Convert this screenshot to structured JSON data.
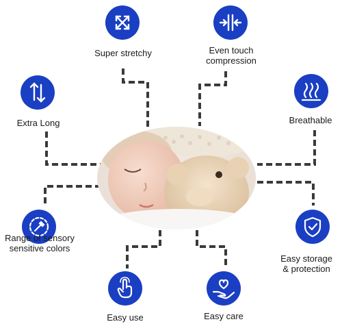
{
  "colors": {
    "icon_background": "#1a3fc2",
    "icon_foreground": "#ffffff",
    "connector": "#3a3a3a"
  },
  "photo": {
    "subject": "sleeping child hugging a teddy bear"
  },
  "features": [
    {
      "id": "super-stretchy",
      "icon": "diagonal-arrows-icon",
      "lines": [
        "Super stretchy"
      ]
    },
    {
      "id": "even-touch-compression",
      "icon": "compression-arrows-icon",
      "lines": [
        "Even touch",
        "compression"
      ]
    },
    {
      "id": "extra-long",
      "icon": "up-down-arrows-icon",
      "lines": [
        "Extra Long"
      ]
    },
    {
      "id": "breathable",
      "icon": "airflow-icon",
      "lines": [
        "Breathable"
      ]
    },
    {
      "id": "sensory-colors",
      "icon": "eyedropper-icon",
      "lines": [
        "Range of sensory",
        "sensitive colors"
      ]
    },
    {
      "id": "easy-storage",
      "icon": "shield-check-icon",
      "lines": [
        "Easy storage",
        "& protection"
      ]
    },
    {
      "id": "easy-use",
      "icon": "tap-hand-icon",
      "lines": [
        "Easy use"
      ]
    },
    {
      "id": "easy-care",
      "icon": "hand-heart-icon",
      "lines": [
        "Easy care"
      ]
    }
  ]
}
